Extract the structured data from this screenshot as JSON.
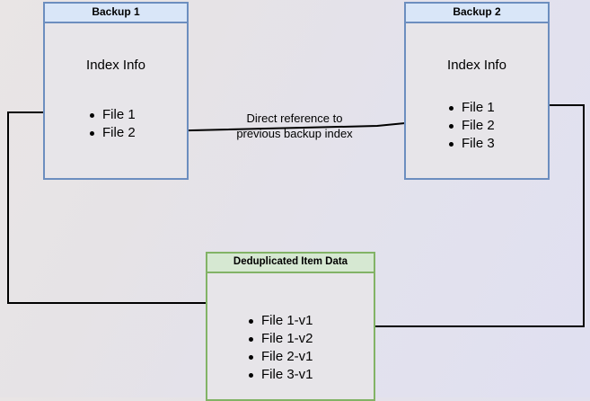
{
  "diagram": {
    "title_hidden": "",
    "background": {
      "from": "#e9e5e5",
      "to": "#e0e0f1"
    },
    "colors": {
      "blue_border": "#6c8ebf",
      "blue_header_fill": "#d9e6f8",
      "green_border": "#82b366",
      "green_header_fill": "#d6e8d2",
      "body_fill": "#e7e5e9",
      "edge": "#000000"
    },
    "nodes": [
      {
        "id": "backup1",
        "header": "Backup 1",
        "section_label": "Index Info",
        "items": [
          "File 1",
          "File 2"
        ]
      },
      {
        "id": "backup2",
        "header": "Backup 2",
        "section_label": "Index Info",
        "items": [
          "File 1",
          "File 2",
          "File 3"
        ]
      },
      {
        "id": "dedup",
        "header": "Deduplicated Item Data",
        "section_label": "",
        "items": [
          "File 1-v1",
          "File 1-v2",
          "File 2-v1",
          "File 3-v1"
        ]
      }
    ],
    "annotations": [
      {
        "id": "direct-reference",
        "text": "Direct reference to\nprevious backup index"
      }
    ],
    "edges": [
      {
        "id": "backup2-index-to-backup1-index",
        "from": "backup2.File 2",
        "to": "backup1.File 2",
        "arrow": "end"
      },
      {
        "id": "backup1-file1-to-dedup-file1v1",
        "from": "backup1.File 1",
        "to": "dedup.File 1-v1",
        "arrow": "end"
      },
      {
        "id": "backup2-file1-to-dedup-file1v2",
        "from": "backup2.File 1",
        "to": "dedup.File 1-v2",
        "arrow": "end"
      }
    ]
  }
}
